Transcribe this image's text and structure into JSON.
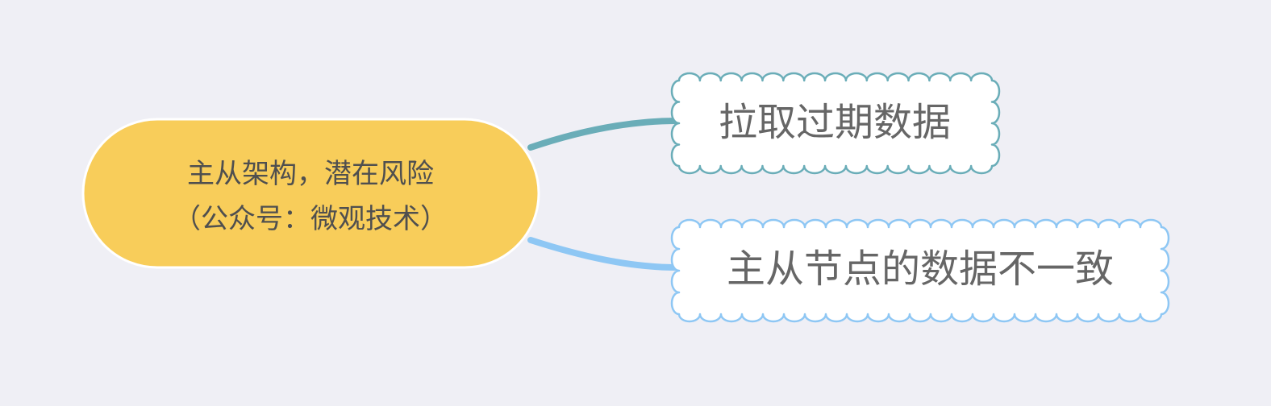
{
  "diagram": {
    "background": "#efeff5",
    "central_topic": {
      "lines": [
        "主从架构，潜在风险",
        "（公众号：微观技术）"
      ],
      "fill": "#f8cd5a",
      "text_color": "#4f4f4f"
    },
    "children": [
      {
        "label": "拉取过期数据",
        "connector_color": "#6aadb8",
        "border_color": "#6aadb8"
      },
      {
        "label": "主从节点的数据不一致",
        "connector_color": "#8ec7f4",
        "border_color": "#8ec7f4"
      }
    ]
  }
}
